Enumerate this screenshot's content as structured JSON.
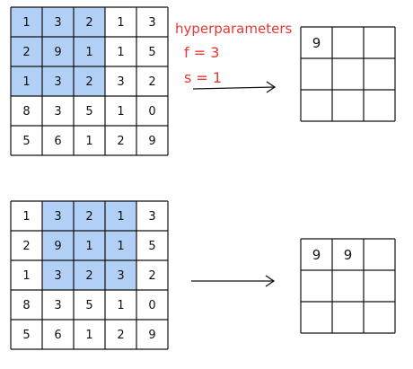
{
  "diagram": {
    "hyperparameters": {
      "title": "hyperparameters",
      "filter_size": "f = 3",
      "stride": "s = 1"
    },
    "input_matrix": [
      [
        "1",
        "3",
        "2",
        "1",
        "3"
      ],
      [
        "2",
        "9",
        "1",
        "1",
        "5"
      ],
      [
        "1",
        "3",
        "2",
        "3",
        "2"
      ],
      [
        "8",
        "3",
        "5",
        "1",
        "0"
      ],
      [
        "5",
        "6",
        "1",
        "2",
        "9"
      ]
    ],
    "steps": [
      {
        "window_row": 0,
        "window_col": 0,
        "output": [
          [
            "9",
            "",
            ""
          ],
          [
            "",
            "",
            ""
          ],
          [
            "",
            "",
            ""
          ]
        ]
      },
      {
        "window_row": 0,
        "window_col": 1,
        "output": [
          [
            "9",
            "9",
            ""
          ],
          [
            "",
            "",
            ""
          ],
          [
            "",
            "",
            ""
          ]
        ]
      }
    ],
    "colors": {
      "window_fill": "#b2cff5",
      "annotation": "#e53935",
      "ink": "#111111"
    }
  }
}
